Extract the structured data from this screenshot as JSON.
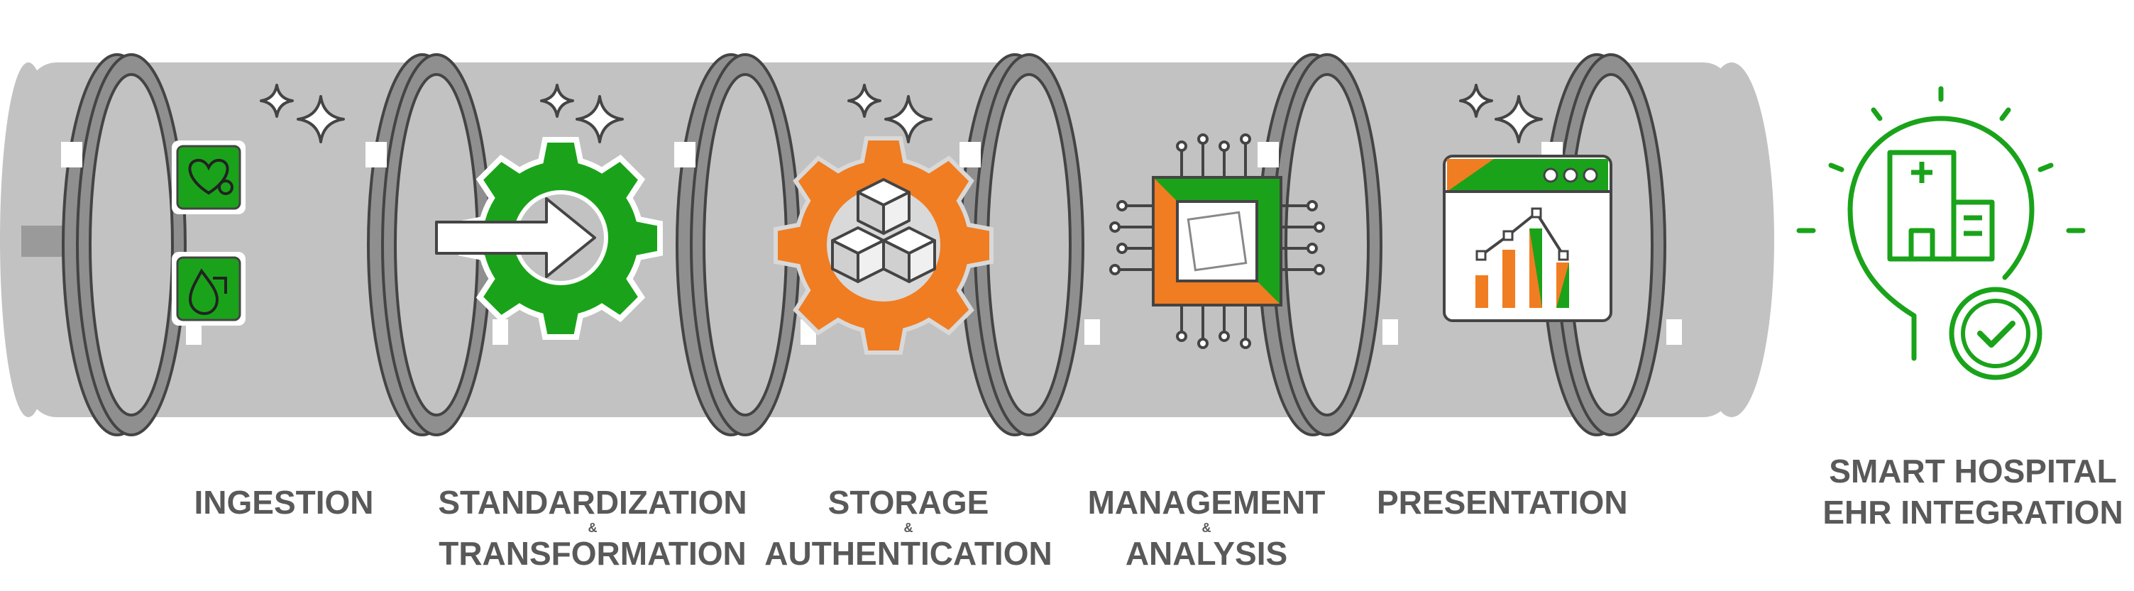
{
  "colors": {
    "green": "#1aa31a",
    "orange": "#f07d22",
    "pipe": "#c2c2c2",
    "ring": "#8f8f8f",
    "ring_dark": "#444444",
    "label": "#595959"
  },
  "icons": [
    "arrow-icon",
    "heart-icon",
    "droplet-icon",
    "sparkle-icon",
    "gear-icon",
    "cubes-icon",
    "chip-icon",
    "dashboard-icon",
    "lightbulb-icon",
    "hospital-icon",
    "checkmark-icon"
  ],
  "stages": [
    {
      "name": "ingestion",
      "label": "INGESTION",
      "icon": "heart-icon"
    },
    {
      "name": "standardization",
      "label_top": "STANDARDIZATION",
      "amp": "&",
      "label_bottom": "TRANSFORMATION",
      "icon": "gear-icon"
    },
    {
      "name": "storage",
      "label_top": "STORAGE",
      "amp": "&",
      "label_bottom": "AUTHENTICATION",
      "icon": "cubes-icon"
    },
    {
      "name": "management",
      "label_top": "MANAGEMENT",
      "amp": "&",
      "label_bottom": "ANALYSIS",
      "icon": "chip-icon"
    },
    {
      "name": "presentation",
      "label": "PRESENTATION",
      "icon": "dashboard-icon"
    }
  ],
  "outcome": {
    "line1": "SMART HOSPITAL",
    "line2": "EHR INTEGRATION",
    "icon": "lightbulb-icon"
  }
}
